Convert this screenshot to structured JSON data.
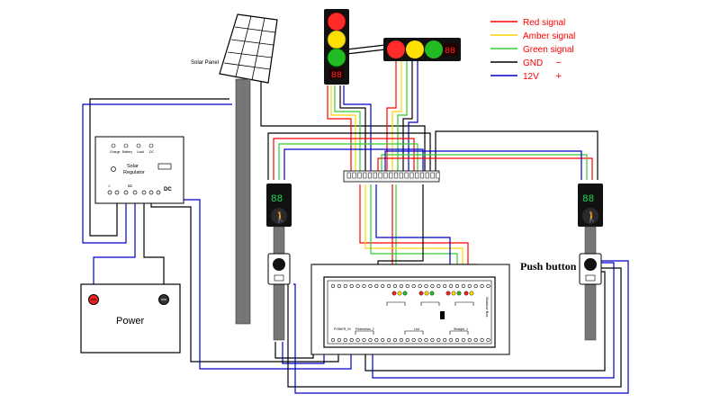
{
  "labels": {
    "solar_panel": "Solar Panel",
    "push_button": "Push button",
    "power": "Power",
    "regulator_title": "Solar\nRegulator",
    "regulator_leds": [
      "Charge",
      "Battery",
      "Load",
      "DC"
    ],
    "regulator_dc": "DC"
  },
  "legend": {
    "items": [
      {
        "label": "Red signal",
        "color": "#ff0000",
        "mark": ""
      },
      {
        "label": "Amber signal",
        "color": "#ffd400",
        "mark": ""
      },
      {
        "label": "Green signal",
        "color": "#33cc33",
        "mark": ""
      },
      {
        "label": "GND",
        "color": "#000000",
        "mark": "−"
      },
      {
        "label": "12V",
        "color": "#0000cc",
        "mark": "+"
      }
    ]
  },
  "controller_board": {
    "labels": [
      "POWER_IN",
      "Pedestrian_2",
      "Led",
      "Straight_1"
    ],
    "side_label": "Shadow Box"
  },
  "colors": {
    "red_signal": "#ff0000",
    "amber_signal": "#ffd400",
    "green_signal": "#33cc33",
    "gnd": "#000000",
    "v12": "#0000cc",
    "pedestrian_green": "#22dd55",
    "display_red": "#ff2020"
  },
  "icons": [
    "solar-panel-icon",
    "traffic-light-icon",
    "pedestrian-signal-icon",
    "push-button-icon",
    "battery-icon",
    "controller-board-icon",
    "regulator-icon"
  ]
}
